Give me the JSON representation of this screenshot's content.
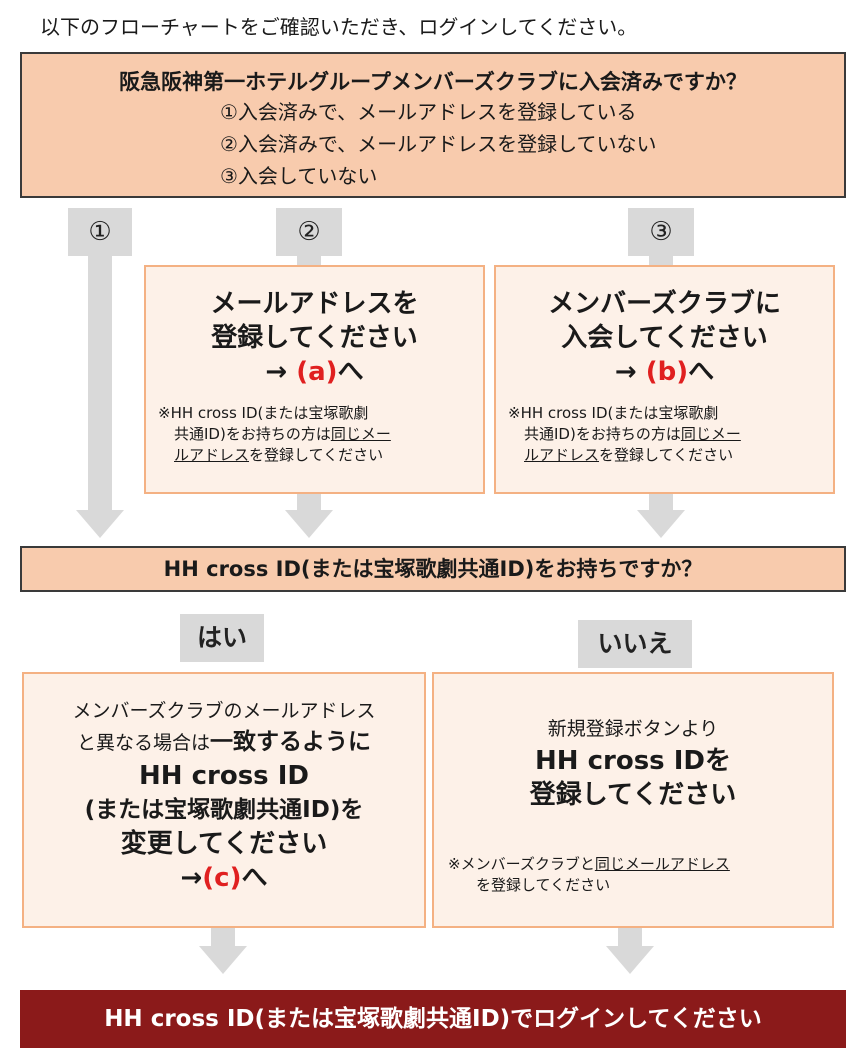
{
  "intro": "以下のフローチャートをご確認いただき、ログインしてください。",
  "question1": {
    "title": "阪急阪神第一ホテルグループメンバーズクラブに入会済みですか？",
    "options": [
      "①入会済みで、メールアドレスを登録している",
      "②入会済みで、メールアドレスを登録していない",
      "③入会していない"
    ]
  },
  "branches": {
    "b1": "①",
    "b2": "②",
    "b3": "③"
  },
  "box_register_email": {
    "line1": "メールアドレスを",
    "line2": "登録してください",
    "arrow": "→ ",
    "ref": "(a)",
    "to": "へ",
    "note_a": "※HH cross ID(または宝塚歌劇",
    "note_b": "共通ID)をお持ちの方は",
    "note_c": "同じメー",
    "note_d": "ルアドレス",
    "note_e": "を登録してください"
  },
  "box_join_club": {
    "line1": "メンバーズクラブに",
    "line2": "入会してください",
    "arrow": "→ ",
    "ref": "(b)",
    "to": "へ",
    "note_a": "※HH cross ID(または宝塚歌劇",
    "note_b": "共通ID)をお持ちの方は",
    "note_c": "同じメー",
    "note_d": "ルアドレス",
    "note_e": "を登録してください"
  },
  "question2": "HH cross ID(または宝塚歌劇共通ID)をお持ちですか？",
  "answers": {
    "yes": "はい",
    "no": "いいえ"
  },
  "box_yes": {
    "line1": "メンバーズクラブのメールアドレス",
    "line2a": "と異なる場合は",
    "line2b": "一致するように",
    "line3": "HH cross ID",
    "line4": "(または宝塚歌劇共通ID)を",
    "line5": "変更してください",
    "arrow": "→",
    "ref": "(c)",
    "to": "へ"
  },
  "box_no": {
    "line1": "新規登録ボタンより",
    "line2": "HH cross IDを",
    "line3": "登録してください",
    "note_a": "※メンバーズクラブと",
    "note_b": "同じメールアドレス",
    "note_c": "を登録してください"
  },
  "final": "HH cross ID(または宝塚歌劇共通ID)でログインしてください",
  "colors": {
    "question_fill": "#f8cbad",
    "box_fill": "#fdf1e8",
    "box_border": "#f4b183",
    "connector": "#d9d9d9",
    "accent_red": "#e02020",
    "final_fill": "#8b1a1a"
  }
}
